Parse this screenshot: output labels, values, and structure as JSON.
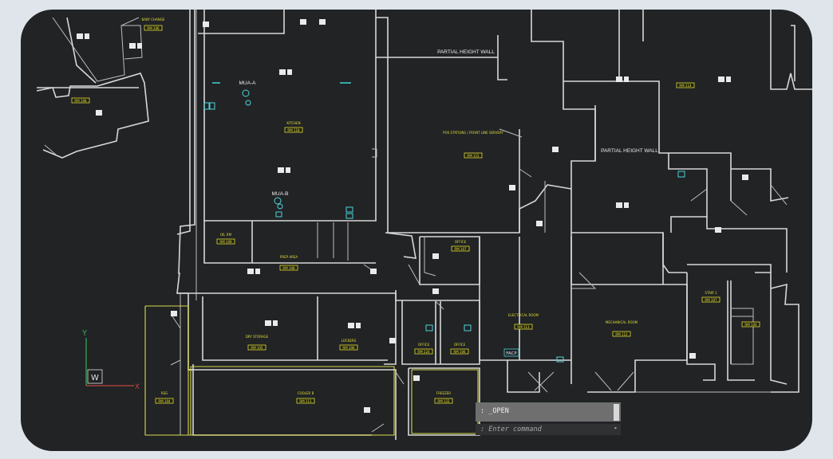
{
  "drawing": {
    "notes": {
      "partial_wall_1": "PARTIAL HEIGHT WALL",
      "partial_wall_2": "PARTIAL HEIGHT WALL"
    },
    "equipment": {
      "mua_a": "MUA-A",
      "mua_b": "MUA-B",
      "facp": "FACP"
    },
    "rooms": {
      "baby_change": {
        "name": "BABY CHANGE",
        "tag": "RM 106"
      },
      "room_left": {
        "tag": "RM 108"
      },
      "kitchen": {
        "name": "KITCHEN",
        "tag": "RM 118"
      },
      "pos": {
        "name": "POS STATIONS / FRONT LINE SERVERY",
        "tag": "RM 115"
      },
      "room_tr": {
        "tag": "RM 114"
      },
      "oil_rm": {
        "name": "OIL RM",
        "tag": "RM 109"
      },
      "prep": {
        "name": "PREP AREA",
        "tag": "RM 108"
      },
      "office_top": {
        "name": "OFFICE",
        "tag": "RM 107"
      },
      "dry_storage": {
        "name": "DRY STORAGE",
        "tag": "RM 105"
      },
      "lockers": {
        "name": "LOCKERS",
        "tag": "RM 106"
      },
      "office_1": {
        "name": "OFFICE",
        "tag": "RM 124"
      },
      "office_2": {
        "name": "OFFICE",
        "tag": "RM 106"
      },
      "electrical": {
        "name": "ELECTRICAL ROOM",
        "tag": "RM 113"
      },
      "mechanical": {
        "name": "MECHANICAL ROOM",
        "tag": "RM 112"
      },
      "stair": {
        "name": "STAIR 1",
        "tag": "RM 107"
      },
      "room_far_right": {
        "tag": "RM 100"
      },
      "reg": {
        "name": "REG",
        "tag": "RM 104"
      },
      "cooler": {
        "name": "COOLER B",
        "tag": "RM 111"
      },
      "freezer": {
        "name": "FREEZER",
        "tag": "RM 122"
      }
    },
    "ucs": {
      "x_label": "X",
      "y_label": "Y",
      "w_label": "W"
    }
  },
  "command": {
    "history": ": _OPEN",
    "prompt": ": Enter command",
    "caret": "▸"
  }
}
